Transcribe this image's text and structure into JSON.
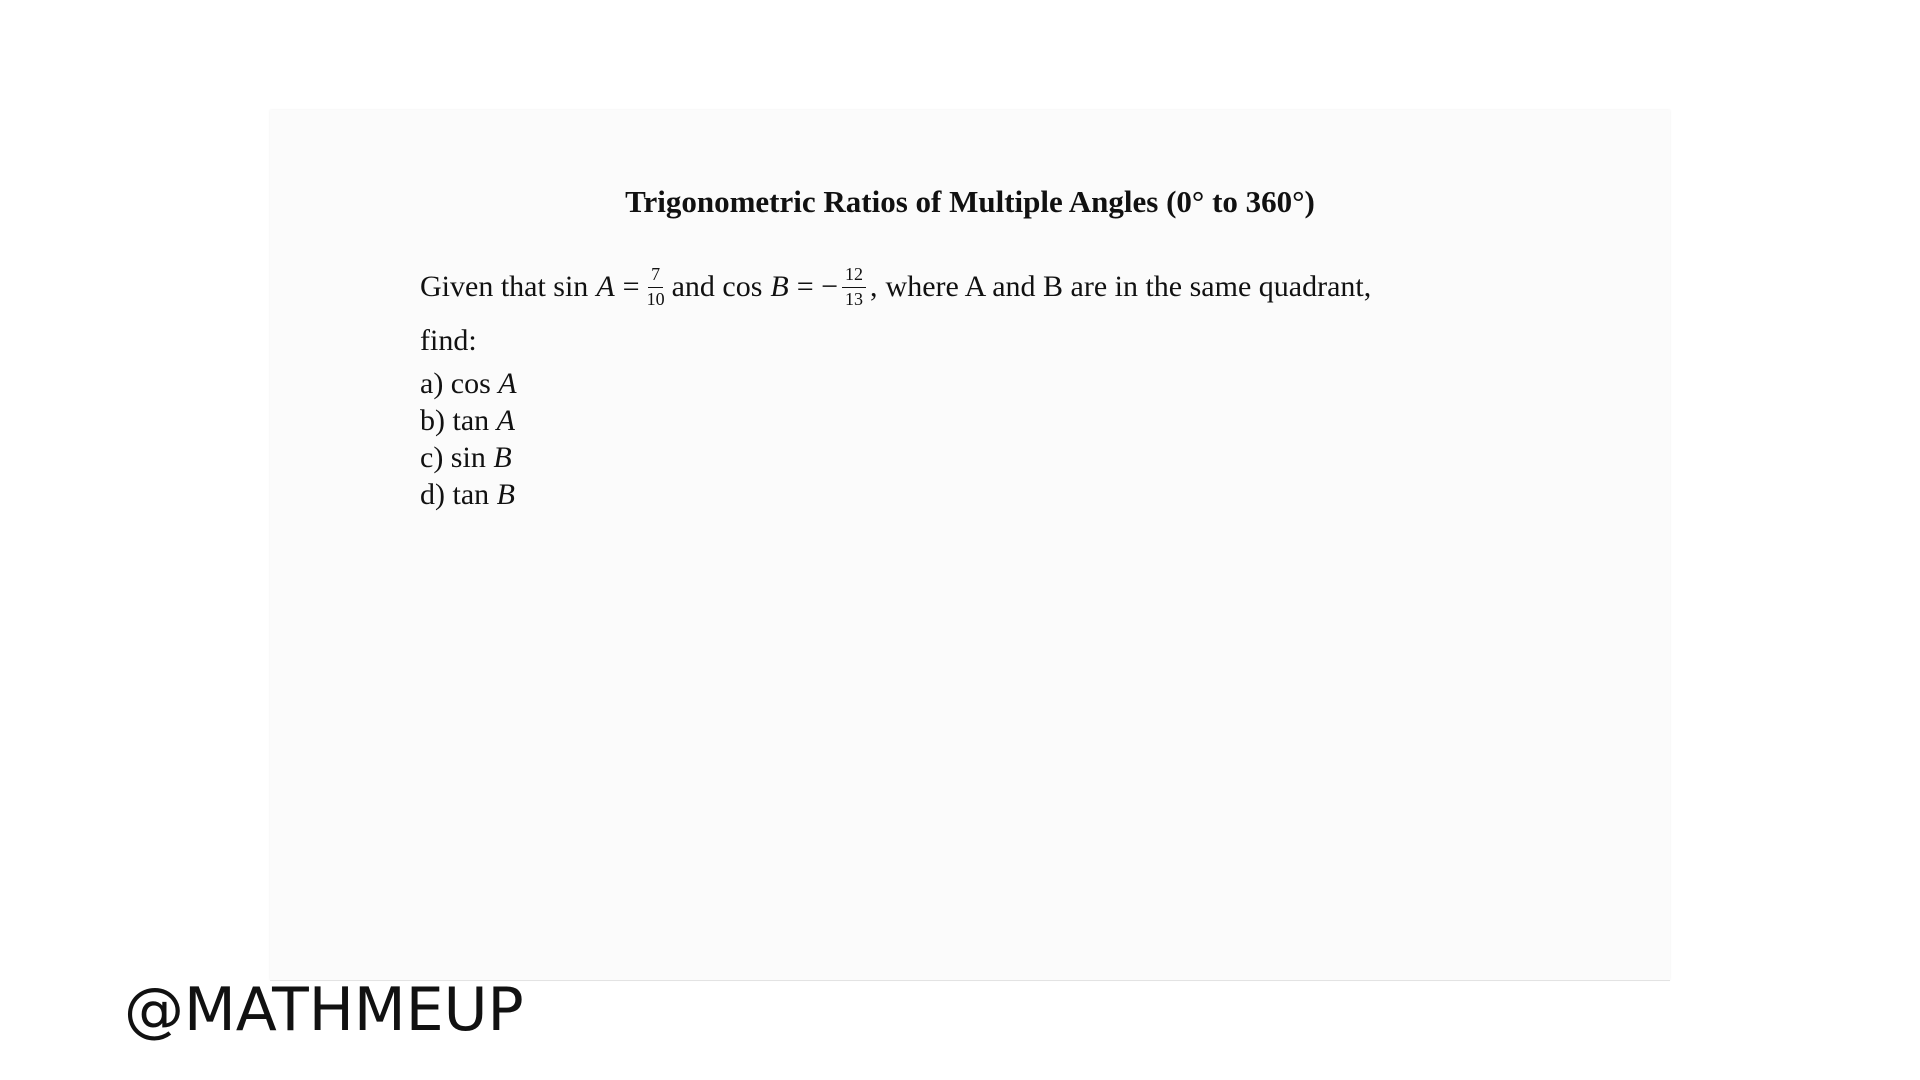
{
  "title": "Trigonometric Ratios of Multiple Angles (0° to 360°)",
  "given": {
    "lead": "Given that sin",
    "var_a": "A",
    "equals": "=",
    "frac_a_num": "7",
    "frac_a_den": "10",
    "and_cos": "and cos",
    "var_b": "B",
    "equals_neg": "= −",
    "frac_b_num": "12",
    "frac_b_den": "13",
    "comma": ",",
    "tail": "where A and B are in the same quadrant,"
  },
  "find_label": "find:",
  "parts": [
    {
      "label": "a) cos",
      "var": "A"
    },
    {
      "label": "b) tan",
      "var": "A"
    },
    {
      "label": "c) sin",
      "var": "B"
    },
    {
      "label": "d) tan",
      "var": "B"
    }
  ],
  "watermark": "@MATHMEUP"
}
